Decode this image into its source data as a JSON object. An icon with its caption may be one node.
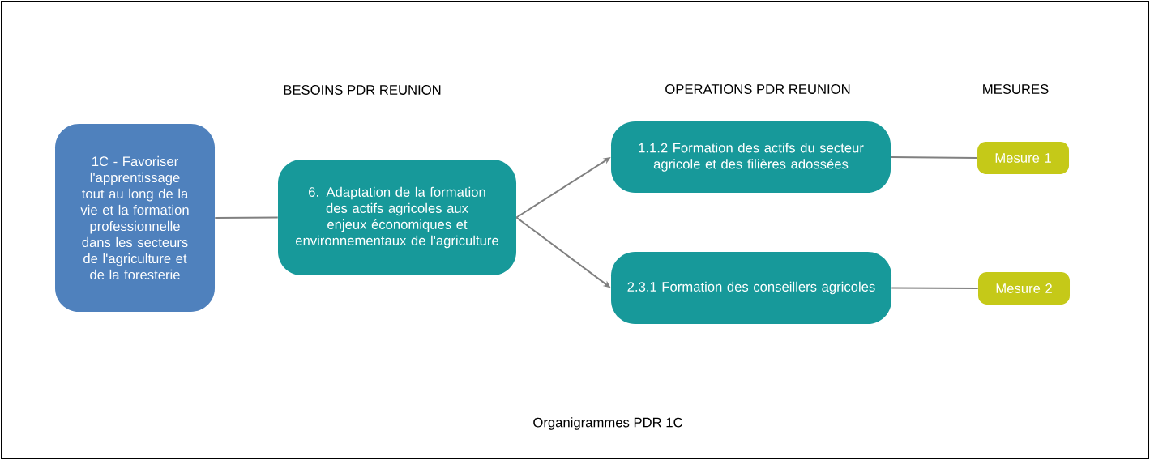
{
  "diagram": {
    "caption": "Organigrammes PDR 1C",
    "nodes": [
      {
        "text": [
          "1C - Favoriser l'apprentissage tout au long de la vie et la formation professionnelle dans les secteurs de l'agriculture et de la foresterie"
        ]
      },
      {
        "text": [
          "6. Adaptation de la formation des actifs agricoles aux enjeux économiques et environnementaux de l'agriculture"
        ]
      },
      {
        "text": [
          "1.1.2 Formation des actifs du secteur agricole et des filières adossées"
        ]
      },
      {
        "text": [
          "2.3.1 Formation des conseillers agricoles"
        ]
      },
      {
        "text": [
          "Mesure 1"
        ]
      },
      {
        "text": [
          "Mesure 2"
        ]
      }
    ],
    "edges": [
      {
        "from": 0,
        "to": 1,
        "arrow": "none"
      },
      {
        "from": 1,
        "to": 2,
        "arrow": "to"
      },
      {
        "from": 1,
        "to": 3,
        "arrow": "to"
      },
      {
        "from": 2,
        "to": 4,
        "arrow": "none"
      },
      {
        "from": 3,
        "to": 5,
        "arrow": "none"
      }
    ],
    "labels": [
      "BESOINS PDR REUNION",
      "OPERATIONS PDR  REUNION",
      "MESURES"
    ]
  }
}
